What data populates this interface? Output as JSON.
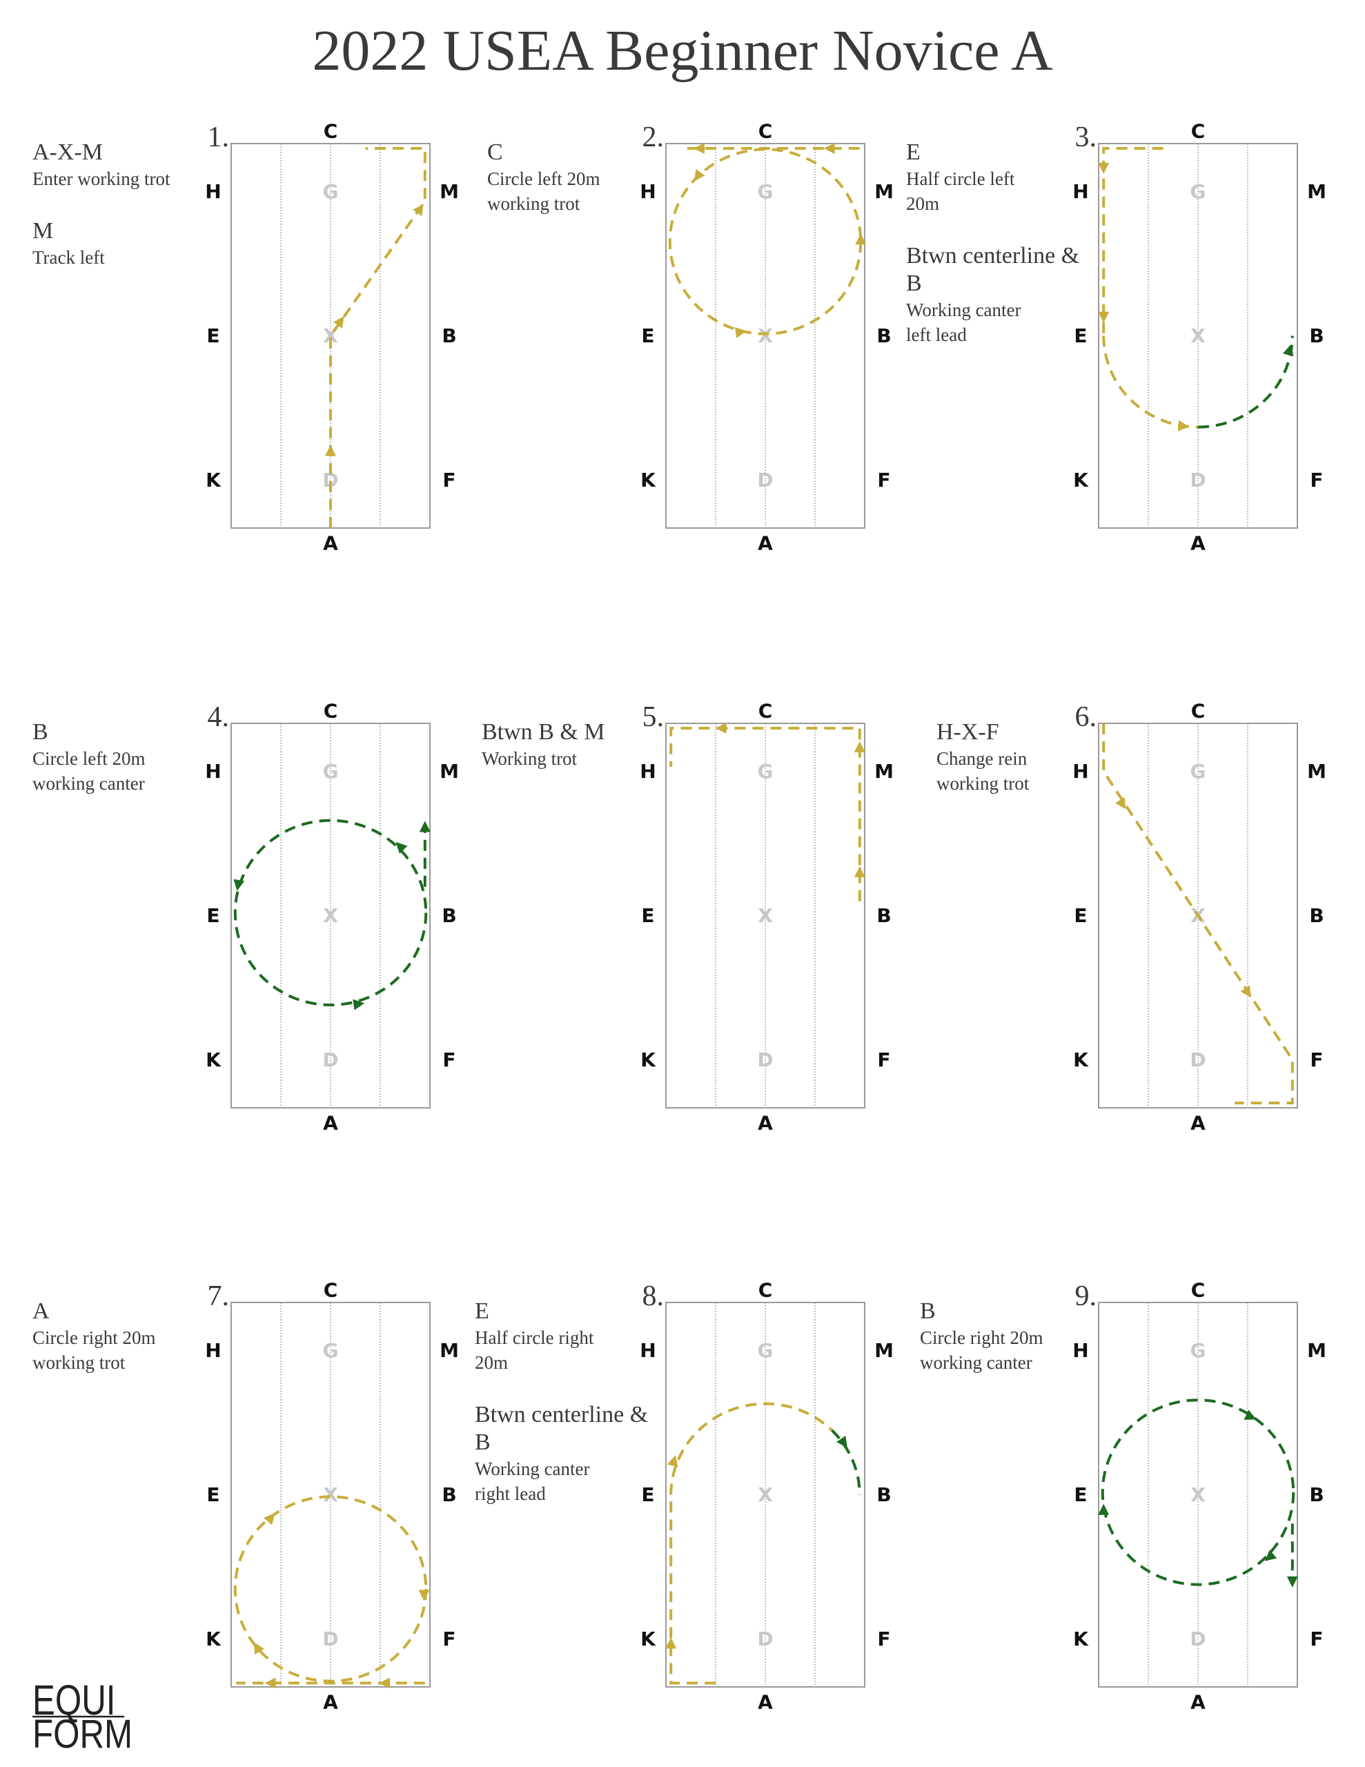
{
  "title": "2022 USEA Beginner Novice A",
  "letters": {
    "top": "C",
    "bottom": "A",
    "left": [
      "H",
      "E",
      "K"
    ],
    "right": [
      "M",
      "B",
      "F"
    ],
    "center": [
      "G",
      "X",
      "D"
    ]
  },
  "colors": {
    "trot_path": "#c8ad3a",
    "canter_path": "#1d6b1f",
    "arena_border": "#9a9a9a",
    "quarter_lines": "#9a9a9a",
    "center_letters": "#c8c8c8"
  },
  "movements": [
    {
      "number": "1.",
      "instructions": [
        {
          "heading": "A-X-M",
          "lines": [
            "Enter working trot"
          ]
        },
        {
          "heading": "M",
          "lines": [
            "Track left"
          ]
        }
      ]
    },
    {
      "number": "2.",
      "instructions": [
        {
          "heading": "C",
          "lines": [
            "Circle left 20m",
            "working trot"
          ]
        }
      ]
    },
    {
      "number": "3.",
      "instructions": [
        {
          "heading": "E",
          "lines": [
            "Half circle left",
            "20m"
          ]
        },
        {
          "heading": "Btwn centerline & B",
          "lines": [
            "Working canter",
            "left lead"
          ]
        }
      ]
    },
    {
      "number": "4.",
      "instructions": [
        {
          "heading": "B",
          "lines": [
            "Circle left 20m",
            "working canter"
          ]
        }
      ]
    },
    {
      "number": "5.",
      "instructions": [
        {
          "heading": "Btwn B & M",
          "lines": [
            "Working trot"
          ]
        }
      ]
    },
    {
      "number": "6.",
      "instructions": [
        {
          "heading": "H-X-F",
          "lines": [
            "Change rein",
            "working trot"
          ]
        }
      ]
    },
    {
      "number": "7.",
      "instructions": [
        {
          "heading": "A",
          "lines": [
            "Circle right 20m",
            "working trot"
          ]
        }
      ]
    },
    {
      "number": "8.",
      "instructions": [
        {
          "heading": "E",
          "lines": [
            "Half circle right",
            "20m"
          ]
        },
        {
          "heading": "Btwn centerline & B",
          "lines": [
            "Working canter",
            "right lead"
          ]
        }
      ]
    },
    {
      "number": "9.",
      "instructions": [
        {
          "heading": "B",
          "lines": [
            "Circle right 20m",
            "working canter"
          ]
        }
      ]
    }
  ],
  "logo": {
    "line1": "EQUI",
    "line2": "FORM"
  }
}
